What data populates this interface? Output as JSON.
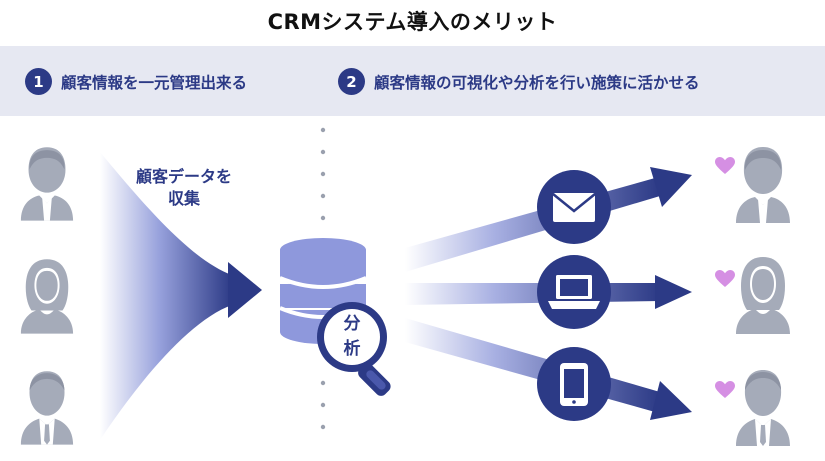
{
  "title": "CRMシステム導入のメリット",
  "points": [
    {
      "number": "1",
      "text": "顧客情報を一元管理出来る"
    },
    {
      "number": "2",
      "text": "顧客情報の可視化や分析を行い施策に活かせる"
    }
  ],
  "collect_label_line1": "顧客データを",
  "collect_label_line2": "収集",
  "analysis_label_line1": "分",
  "analysis_label_line2": "析",
  "icons": {
    "people_left": [
      "man-icon",
      "woman-icon",
      "businessman-icon"
    ],
    "channels": [
      "mail-icon",
      "laptop-icon",
      "smartphone-icon"
    ],
    "people_right": [
      "man-icon",
      "woman-icon",
      "businessman-icon"
    ],
    "database": "database-icon",
    "magnifier": "magnifier-icon",
    "heart": "heart-icon"
  },
  "colors": {
    "navy": "#2c3a86",
    "banner": "#e6e8f2",
    "person": "#a5abb9",
    "heart": "#d58fe3",
    "database": "#8e98dc"
  }
}
